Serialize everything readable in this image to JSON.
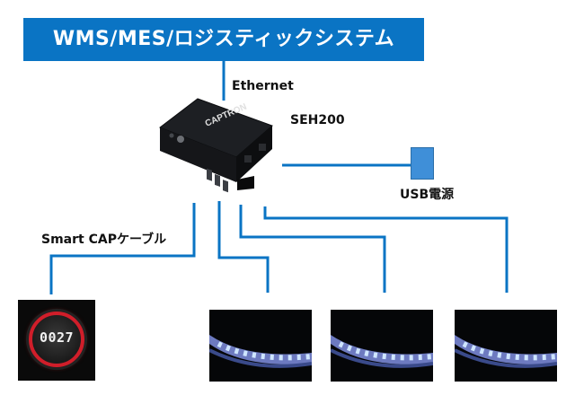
{
  "system_banner": {
    "text": "WMS/MES/ロジスティックシステム",
    "color": "#0a74c4"
  },
  "labels": {
    "ethernet": "Ethernet",
    "controller": "SEH200",
    "usb_power": "USB電源",
    "cable": "Smart CAPケーブル"
  },
  "device": {
    "brand": "CAPTRON"
  },
  "smart_cap": {
    "display": "0027"
  },
  "colors": {
    "wire": "#0a74c4",
    "cap_ring": "#d01e2a",
    "led_light": "#9fd0ff"
  }
}
